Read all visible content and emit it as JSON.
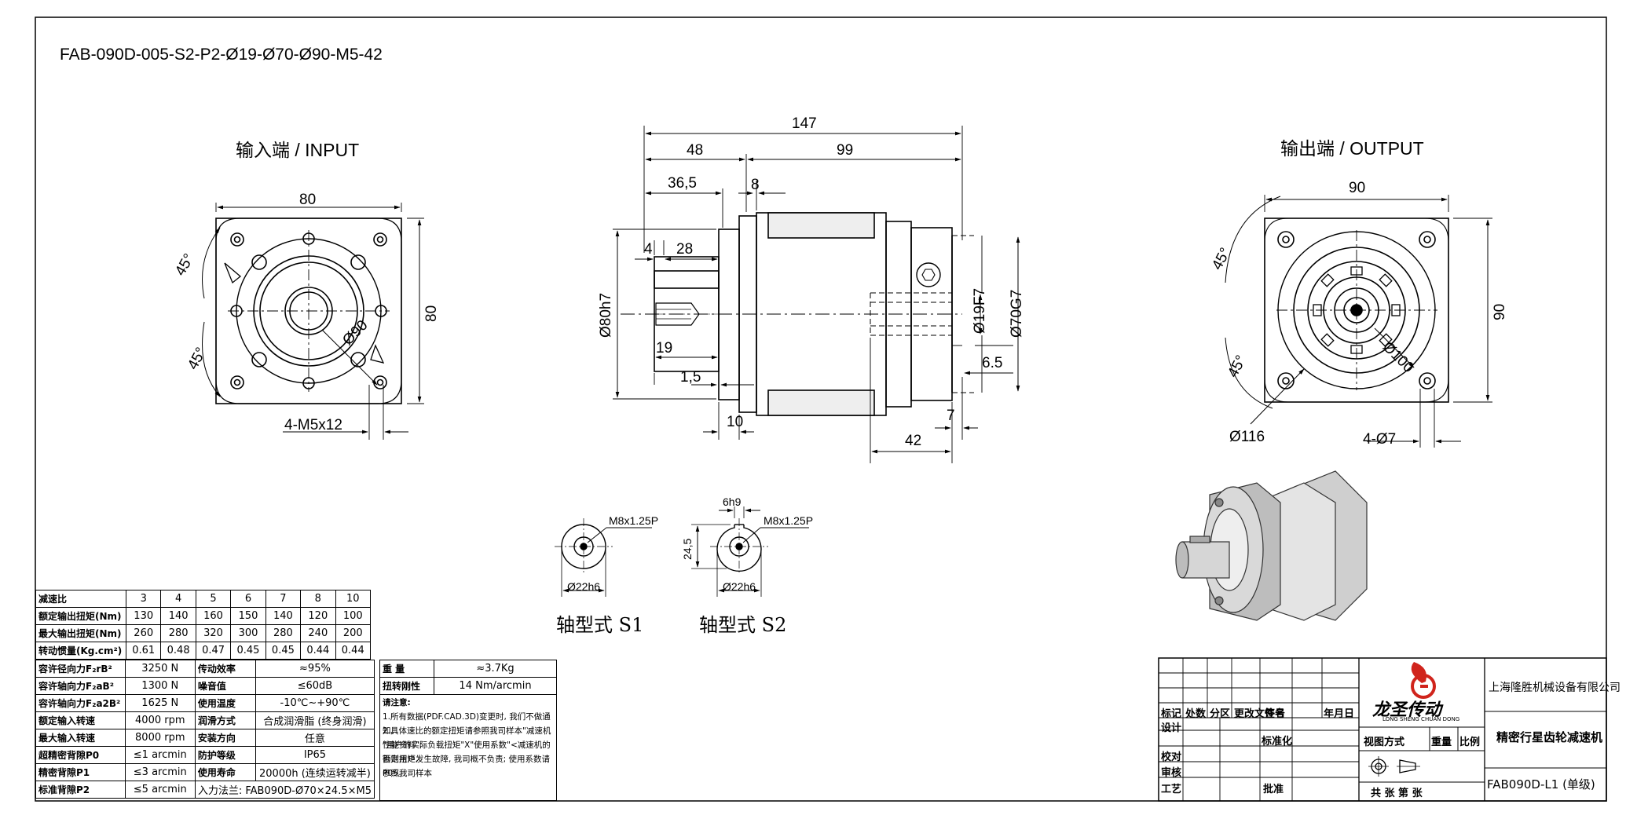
{
  "drawing_title": "FAB-090D-005-S2-P2-Ø19-Ø70-Ø90-M5-42",
  "views": {
    "input_title": "输入端  / INPUT",
    "output_title": "输出端  / OUTPUT"
  },
  "input_dims": {
    "width": "80",
    "height": "80",
    "angle_top": "45°",
    "angle_bottom": "45°",
    "pcd": "Ø90",
    "thread": "4-M5x12"
  },
  "side_dims": {
    "overall": "147",
    "d48": "48",
    "d99": "99",
    "d36": "36,5",
    "d8": "8",
    "d4": "4",
    "d28": "28",
    "d19": "19",
    "d15": "1,5",
    "d10": "10",
    "d42": "42",
    "d7": "7",
    "d65": "6.5",
    "dia80": "Ø80h7",
    "dia19": "Ø19F7",
    "dia70": "Ø70G7"
  },
  "output_dims": {
    "width": "90",
    "height": "90",
    "angle_top": "45°",
    "angle_bottom": "45°",
    "pcd": "Ø100",
    "dia116": "Ø116",
    "holes": "4-Ø7"
  },
  "shafts": {
    "s1": {
      "name": "轴型式 S1",
      "thread": "M8x1.25P",
      "dia": "Ø22h6"
    },
    "s2": {
      "name": "轴型式 S2",
      "thread": "M8x1.25P",
      "dia": "Ø22h6",
      "key": "6h9",
      "height": "24,5"
    }
  },
  "ratio_table": {
    "rows": [
      {
        "label": "减速比",
        "values": [
          "3",
          "4",
          "5",
          "6",
          "7",
          "8",
          "10"
        ]
      },
      {
        "label": "额定输出扭矩(Nm)",
        "values": [
          "130",
          "140",
          "160",
          "150",
          "140",
          "120",
          "100"
        ]
      },
      {
        "label": "最大输出扭矩(Nm)",
        "values": [
          "260",
          "280",
          "320",
          "300",
          "280",
          "240",
          "200"
        ]
      },
      {
        "label": "转动惯量(Kg.cm²)",
        "values": [
          "0.61",
          "0.48",
          "0.47",
          "0.45",
          "0.45",
          "0.44",
          "0.44"
        ]
      }
    ]
  },
  "spec_table": {
    "rows": [
      [
        "容许径向力F₂rB²",
        "3250 N",
        "传动效率",
        "≈95%"
      ],
      [
        "容许轴向力F₂aB²",
        "1300 N",
        "噪音值",
        "≤60dB"
      ],
      [
        "容许轴向力F₂a2B²",
        "1625 N",
        "使用温度",
        "-10℃~+90℃"
      ],
      [
        "额定输入转速",
        "4000 rpm",
        "润滑方式",
        "合成润滑脂 (终身润滑)"
      ],
      [
        "最大输入转速",
        "8000 rpm",
        "安装方向",
        "任意"
      ],
      [
        "超精密背隙P0",
        "≤1 arcmin",
        "防护等级",
        "IP65"
      ],
      [
        "精密背隙P1",
        "≤3 arcmin",
        "使用寿命",
        "20000h (连续运转减半)"
      ],
      [
        "标准背隙P2",
        "≤5 arcmin",
        "入力法兰: FAB090D-Ø70×24.5×M5",
        ""
      ]
    ]
  },
  "weight_table": {
    "weight_label": "重  量",
    "weight_value": "≈3.7Kg",
    "rigidity_label": "扭转刚性",
    "rigidity_value": "14 Nm/arcmin"
  },
  "notes": {
    "title": "请注意:",
    "line1": "1.所有数据(PDF.CAD.3D)变更时, 我们不做通知。",
    "line2": "2.具体速比的额定扭矩请参照我司样本\"减速机性能资料\";",
    "line3": "\"用户的实际负载扭矩\"X\"使用系数\"<减速机的额定扭矩,",
    "line4": "否则用户发生故障, 我司概不负责; 使用系数请参照我司样本",
    "line5": "P05。"
  },
  "title_block": {
    "company": "上海隆胜机械设备有限公司",
    "product": "精密行星齿轮减速机",
    "model": "FAB090D-L1 (单级)",
    "logo_cn": "龙圣传动",
    "logo_en": "LONG SHENG CHUAN DONG",
    "row_labels": [
      "标记",
      "处数",
      "分区",
      "更改文件号",
      "签名",
      "年月日"
    ],
    "left_labels": [
      "设计",
      "校对",
      "审核",
      "工艺"
    ],
    "std": "标准化",
    "approve": "批准",
    "view_method": "视图方式",
    "weight": "重量",
    "scale": "比例",
    "sheets": "共   张 第   张"
  },
  "colors": {
    "line": "#000000",
    "logo_red": "#d0241c",
    "shade": "#cfcfcf"
  }
}
